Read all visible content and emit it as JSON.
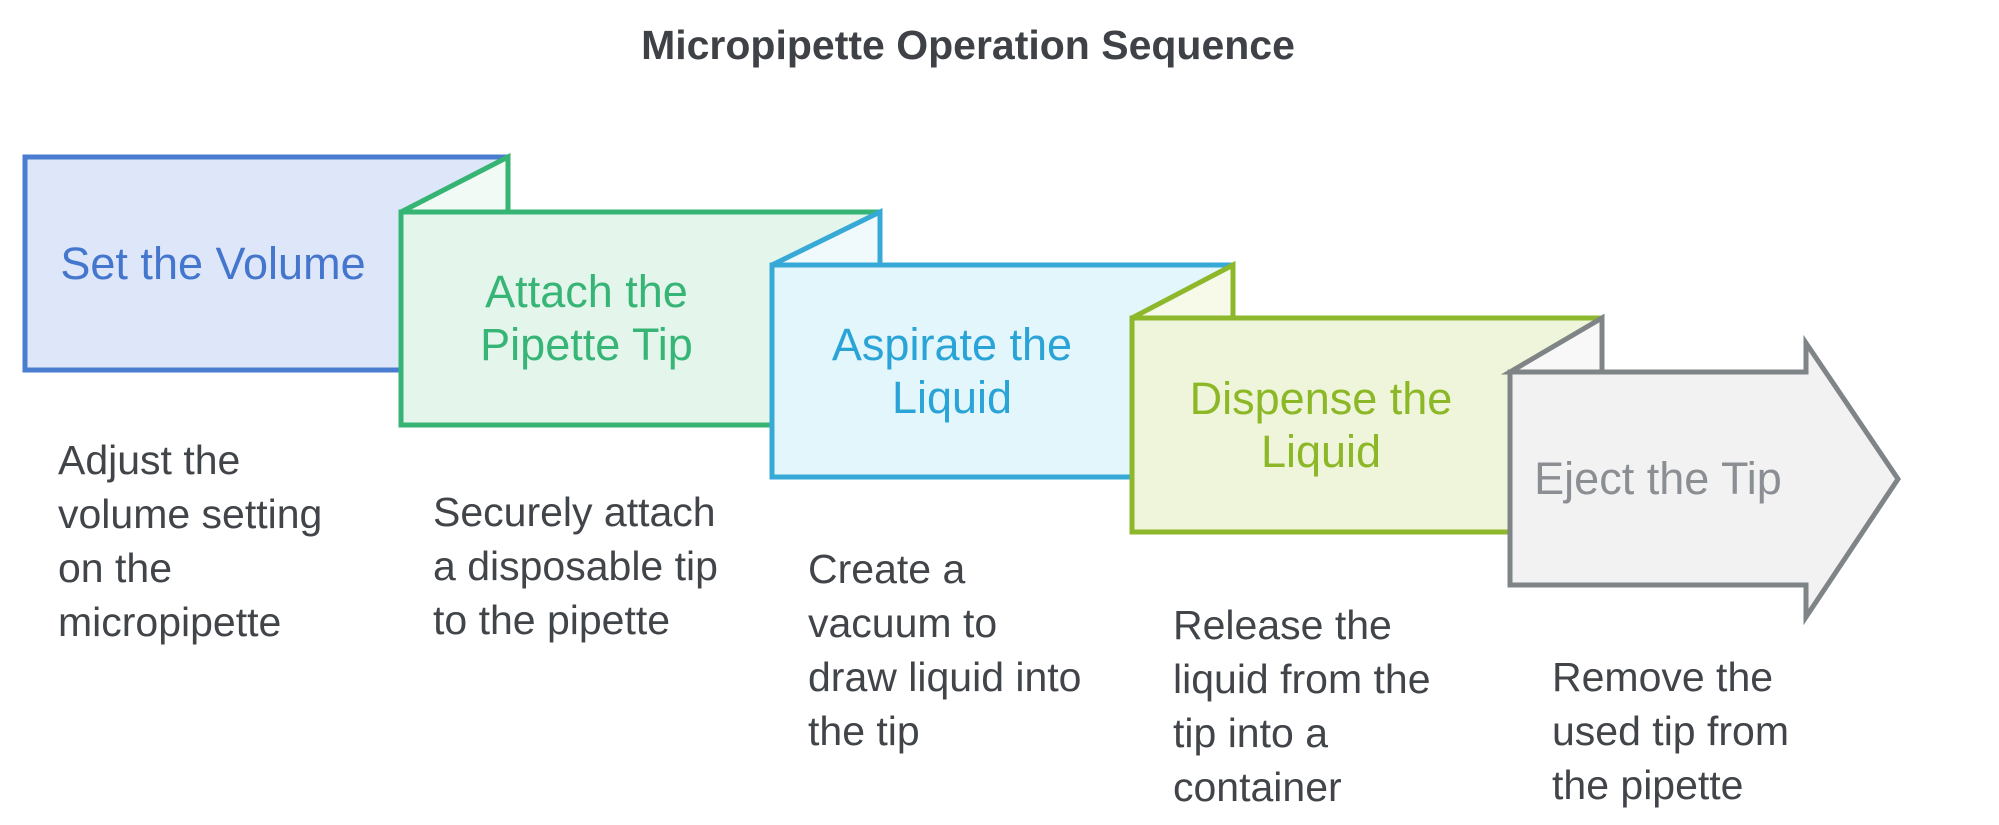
{
  "title": "Micropipette Operation Sequence",
  "colors": {
    "background": "#ffffff",
    "title_text": "#3e4247",
    "description_text": "#414549"
  },
  "steps": [
    {
      "label": "Set the Volume",
      "description": "Adjust the\nvolume setting\non the\nmicropipette",
      "border_color": "#4a7cd0",
      "fill_color": "#dde7f9",
      "fold_color": "#eef4fc",
      "text_color": "#4576cd"
    },
    {
      "label": "Attach the\nPipette Tip",
      "description": "Securely attach\na disposable tip\nto the pipette",
      "border_color": "#36b473",
      "fill_color": "#e4f6ec",
      "fold_color": "#f2faf5",
      "text_color": "#37b576"
    },
    {
      "label": "Aspirate the\nLiquid",
      "description": "Create a\nvacuum to\ndraw liquid into\nthe tip",
      "border_color": "#36a9d7",
      "fill_color": "#e2f6fc",
      "fold_color": "#f0fafd",
      "text_color": "#2aa4d6"
    },
    {
      "label": "Dispense the\nLiquid",
      "description": "Release the\nliquid from the\ntip into a\ncontainer",
      "border_color": "#8eb82c",
      "fill_color": "#eff5da",
      "fold_color": "#f7fae9",
      "text_color": "#8cb827"
    },
    {
      "label": "Eject the Tip",
      "description": "Remove the\nused tip from\nthe pipette",
      "border_color": "#7f8487",
      "fill_color": "#f2f2f3",
      "fold_color": "#f8f8f9",
      "text_color": "#8b8f93"
    }
  ]
}
